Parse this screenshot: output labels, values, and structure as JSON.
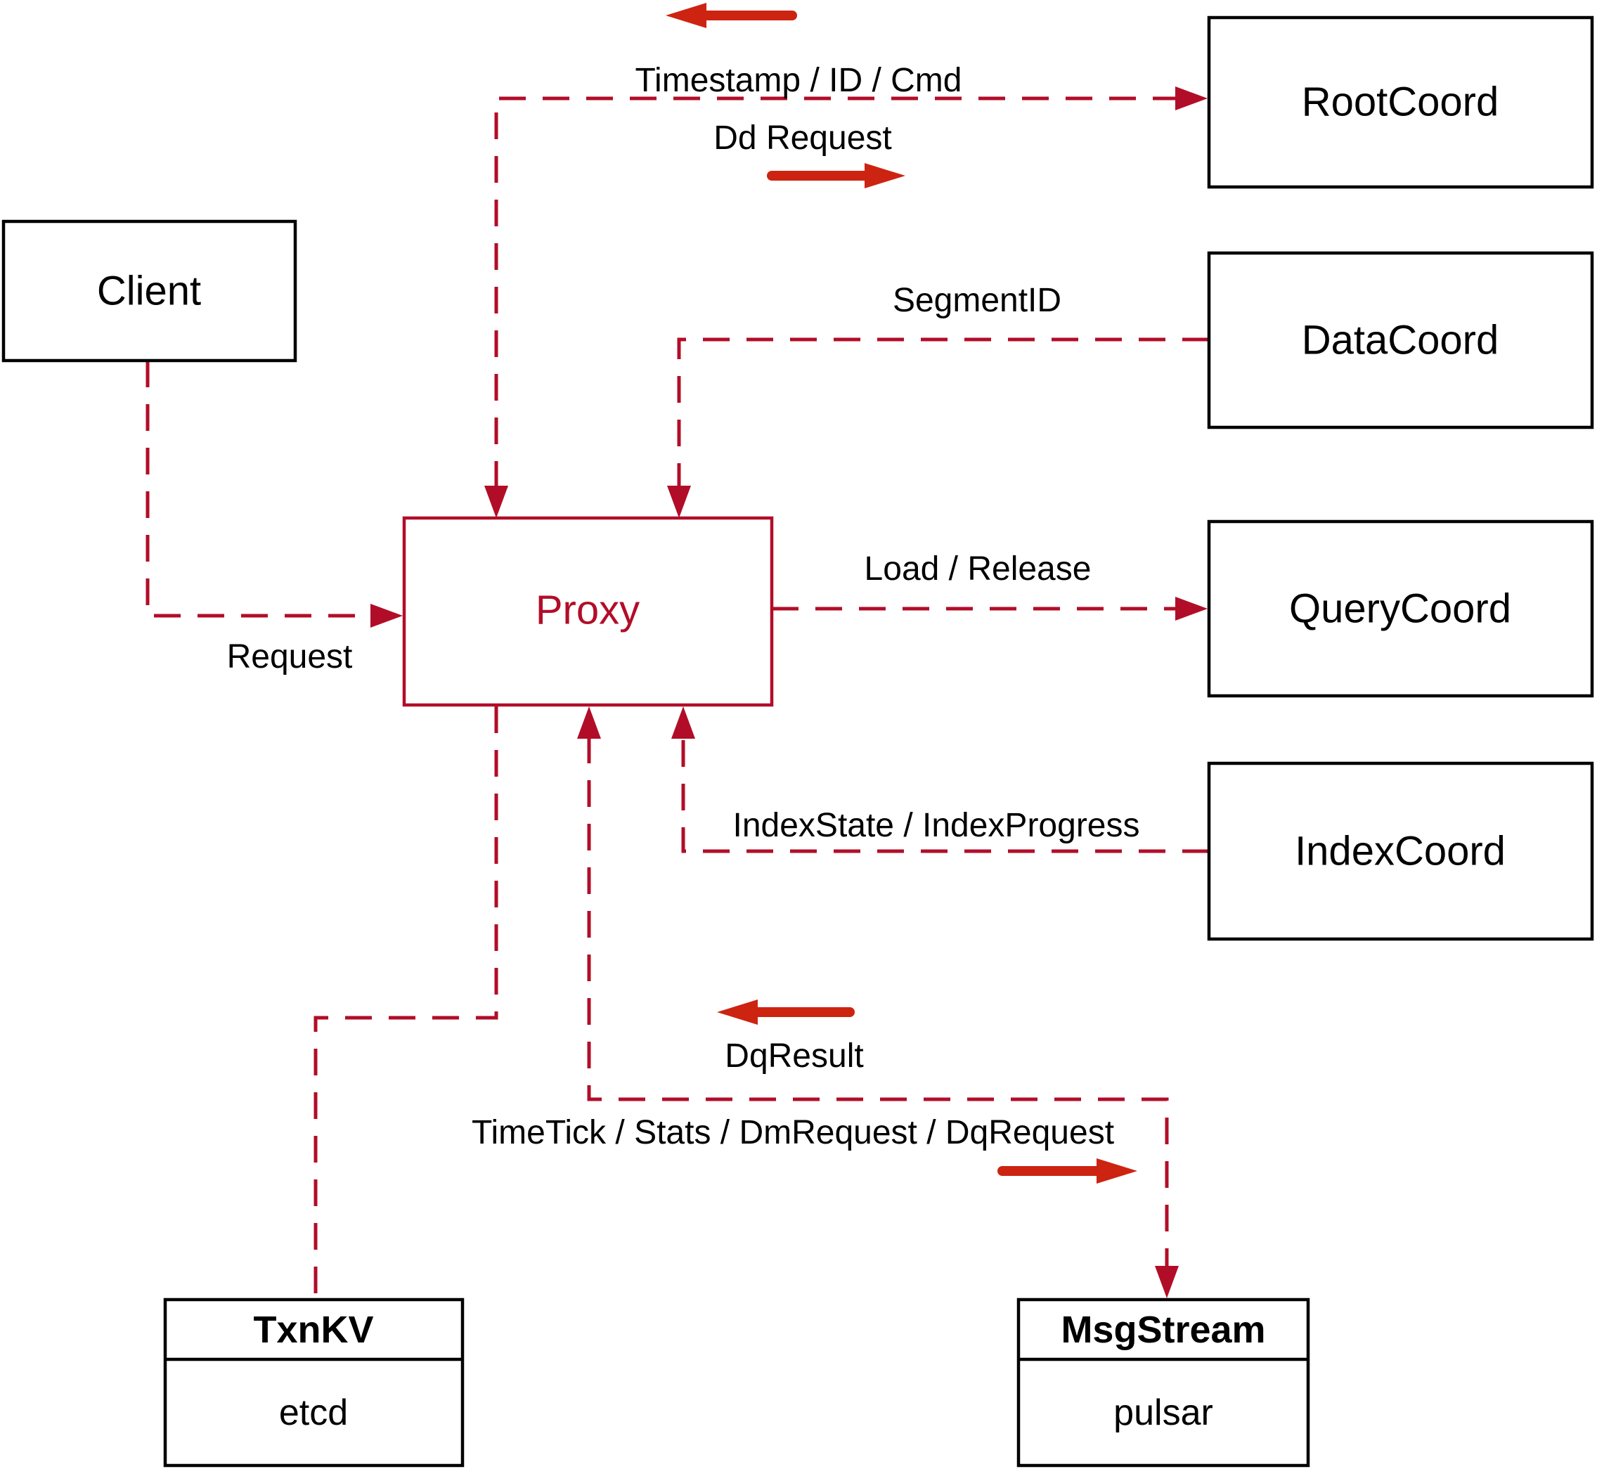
{
  "colors": {
    "line_red": "#b20d28",
    "arrow_red": "#cc2411",
    "box_border": "#000000",
    "text_black": "#000000",
    "background": "#ffffff"
  },
  "nodes": {
    "client": {
      "label": "Client"
    },
    "proxy": {
      "label": "Proxy"
    },
    "root_coord": {
      "label": "RootCoord"
    },
    "data_coord": {
      "label": "DataCoord"
    },
    "query_coord": {
      "label": "QueryCoord"
    },
    "index_coord": {
      "label": "IndexCoord"
    },
    "txn_kv": {
      "title": "TxnKV",
      "impl": "etcd"
    },
    "msg_stream": {
      "title": "MsgStream",
      "impl": "pulsar"
    }
  },
  "edges": {
    "request": {
      "label": "Request",
      "from": "Client",
      "to": "Proxy"
    },
    "timestamp": {
      "label": "Timestamp / ID / Cmd",
      "from": "RootCoord",
      "to": "Proxy"
    },
    "dd_request": {
      "label": "Dd Request",
      "from": "Proxy",
      "to": "RootCoord"
    },
    "segment_id": {
      "label": "SegmentID",
      "from": "DataCoord",
      "to": "Proxy"
    },
    "load_release": {
      "label": "Load / Release",
      "from": "Proxy",
      "to": "QueryCoord"
    },
    "index_state": {
      "label": "IndexState / IndexProgress",
      "from": "IndexCoord",
      "to": "Proxy"
    },
    "txn_kv_link": {
      "label": "",
      "from": "Proxy",
      "to": "TxnKV"
    },
    "dq_result": {
      "label": "DqResult",
      "from": "MsgStream",
      "to": "Proxy"
    },
    "time_tick": {
      "label": "TimeTick / Stats / DmRequest / DqRequest",
      "from": "Proxy",
      "to": "MsgStream"
    }
  }
}
